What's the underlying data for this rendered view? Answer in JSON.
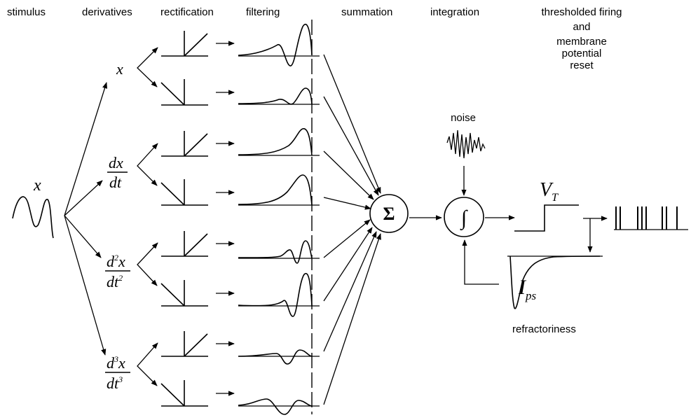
{
  "headers": {
    "stimulus": "stimulus",
    "derivatives": "derivatives",
    "rectification": "rectification",
    "filtering": "filtering",
    "summation": "summation",
    "integration": "integration",
    "firing_line1": "thresholded firing",
    "firing_line2": "and",
    "firing_line3": "membrane",
    "firing_line4": "potential",
    "firing_line5": "reset"
  },
  "stimulus_var": "x",
  "derivatives": {
    "d0": "x",
    "d1_num": "dx",
    "d1_den": "dt",
    "d2_num_a": "d",
    "d2_num_sup": "2",
    "d2_num_b": "x",
    "d2_den_a": "dt",
    "d2_den_sup": "2",
    "d3_num_a": "d",
    "d3_num_sup": "3",
    "d3_num_b": "x",
    "d3_den_a": "dt",
    "d3_den_sup": "3"
  },
  "summation_symbol": "Σ",
  "integration_symbol": "∫",
  "noise_label": "noise",
  "threshold": {
    "main": "V",
    "sub": "T"
  },
  "postspike": {
    "main": "I",
    "sub": "ps"
  },
  "refractoriness_label": "refractoriness"
}
